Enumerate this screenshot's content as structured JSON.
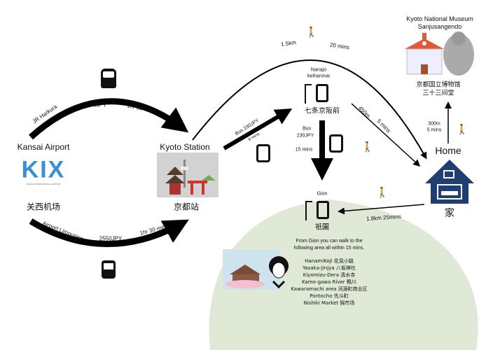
{
  "origin": {
    "name_en": "Kansai Airport",
    "logo": "KIX",
    "logo_sub": "KANSAI INTERNATIONAL AIRPORT",
    "name_cn": "关西机场"
  },
  "kyoto_station": {
    "name_en": "Kyoto Station",
    "name_cn": "京都站"
  },
  "route_train": {
    "line": "JR Harkura",
    "price": "3370JPY",
    "time": "1hr 30 mins"
  },
  "route_limousine": {
    "line": "Airport Limousine",
    "price": "2550JPY",
    "time": "1hr 30 mins"
  },
  "route_walk_arc": {
    "distance": "1.5km",
    "time": "20 mins"
  },
  "route_bus_nanajo": {
    "label": "Bus  230JPY",
    "time": "8 mins"
  },
  "nanajo": {
    "name_en_1": "Nanajo",
    "name_en_2": "keihanmai",
    "name_cn": "七条京阪前"
  },
  "route_bus_gion": {
    "label": "Bus",
    "price": "230JPY",
    "time": "15 mins"
  },
  "route_nanajo_home": {
    "distance": "450m",
    "time": "5 mins"
  },
  "gion": {
    "name_en": "Gion",
    "name_cn": "祇園"
  },
  "home": {
    "name_en": "Home",
    "name_cn": "家"
  },
  "route_home_gion": {
    "label": "1.8km 25mins"
  },
  "route_home_museum": {
    "distance": "300m",
    "time": "5 mins"
  },
  "museum": {
    "name_en_1": "Kyoto National Museum",
    "name_en_2": "Sanjusangendo",
    "name_cn_1": "京都国立博物馆",
    "name_cn_2": "三十三间堂"
  },
  "gion_area": {
    "intro_1": "From Gion you can walk to the",
    "intro_2": "following area all within 15 mins.",
    "places": [
      "HanamiKoji 花見小路",
      "Yasaka-Jinjya 八坂神社",
      "Kiyomizu-Dera 清水寺",
      "Kamo-gawa River 鴨川",
      "Kawaramachi area 河源町商业区",
      "Pontocho 先斗町",
      "Nishiki Market 锦市场"
    ]
  },
  "colors": {
    "kix_blue": "#3a8fd1",
    "house_blue": "#1f3f73",
    "area_green": "#dfe9d6"
  }
}
